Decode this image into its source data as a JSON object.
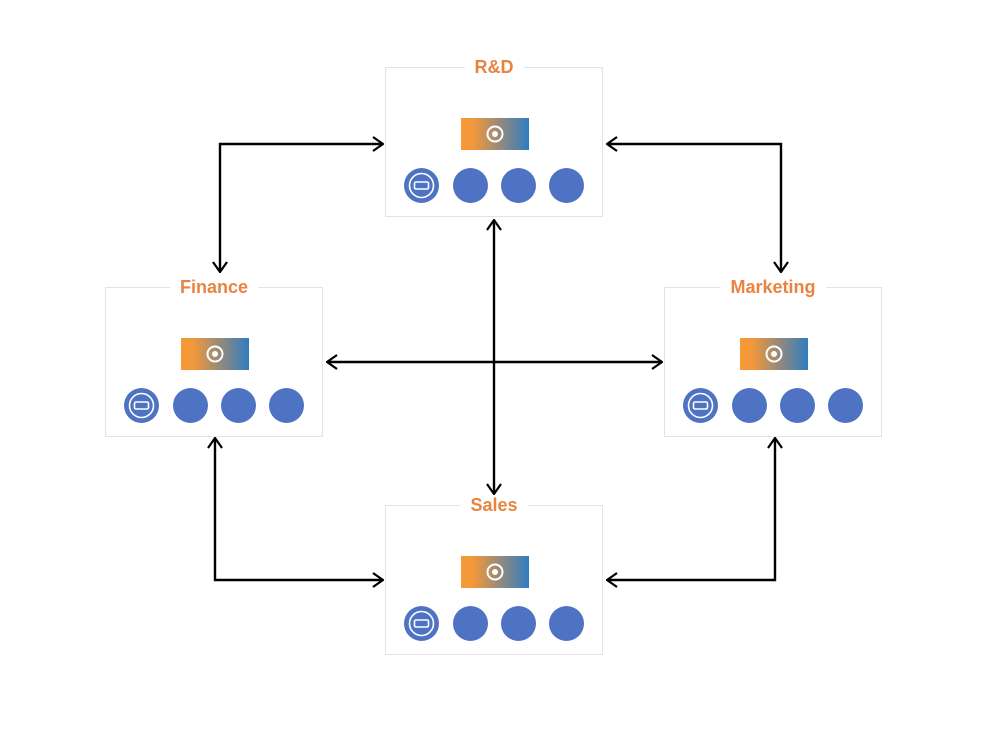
{
  "diagram": {
    "units": [
      {
        "id": "rd",
        "label": "R&D"
      },
      {
        "id": "finance",
        "label": "Finance"
      },
      {
        "id": "marketing",
        "label": "Marketing"
      },
      {
        "id": "sales",
        "label": "Sales"
      }
    ],
    "connections": [
      {
        "from": "rd",
        "to": "finance",
        "style": "bidirectional"
      },
      {
        "from": "rd",
        "to": "marketing",
        "style": "bidirectional"
      },
      {
        "from": "rd",
        "to": "sales",
        "style": "bidirectional"
      },
      {
        "from": "finance",
        "to": "marketing",
        "style": "bidirectional"
      },
      {
        "from": "finance",
        "to": "sales",
        "style": "bidirectional"
      },
      {
        "from": "marketing",
        "to": "sales",
        "style": "bidirectional"
      }
    ],
    "icons": {
      "gateway": "gateway-icon",
      "primary_node": "endpoint-node-icon",
      "node": "node-circle-icon"
    },
    "node_count_per_unit": 4,
    "colors": {
      "title": "#e8843f",
      "node": "#4f73c3",
      "gradient_start": "#f59a35",
      "gradient_end": "#2f7dc1",
      "border": "#e3e3e3",
      "arrow": "#000000"
    }
  }
}
